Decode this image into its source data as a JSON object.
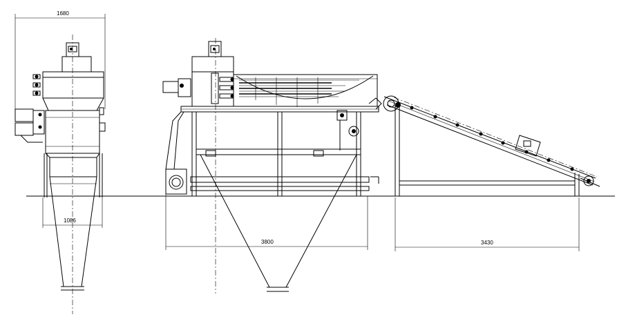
{
  "dimensions": {
    "side_width_top": "1680",
    "side_width_bottom": "1086",
    "front_length": "3800",
    "conveyor_length": "3430"
  }
}
